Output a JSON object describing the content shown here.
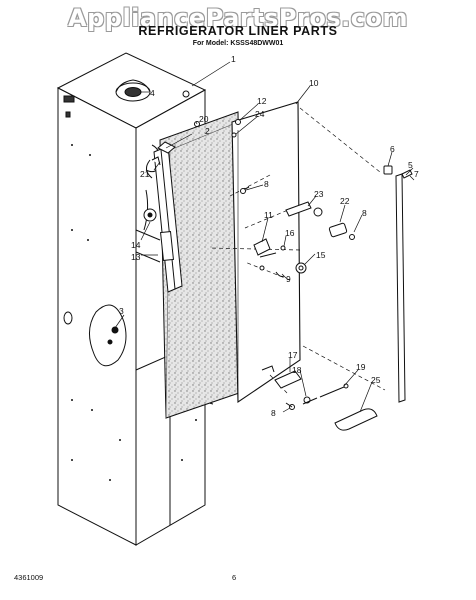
{
  "header": {
    "watermark": "AppliancePartsPros.com",
    "title": "REFRIGERATOR LINER PARTS",
    "subtitle": "For Model: KSSS48DWW01"
  },
  "footer": {
    "doc_number": "4361009",
    "page_number": "6"
  },
  "callouts": {
    "c1": "1",
    "c2": "2",
    "c3": "3",
    "c4": "4",
    "c5": "5",
    "c6": "6",
    "c7": "7",
    "c8a": "8",
    "c8b": "8",
    "c8c": "8",
    "c9": "9",
    "c10": "10",
    "c11": "11",
    "c12": "12",
    "c13": "13",
    "c14": "14",
    "c15": "15",
    "c16": "16",
    "c17": "17",
    "c18": "18",
    "c19": "19",
    "c20": "20",
    "c21": "21",
    "c22": "22",
    "c23": "23",
    "c24": "24",
    "c25": "25"
  }
}
